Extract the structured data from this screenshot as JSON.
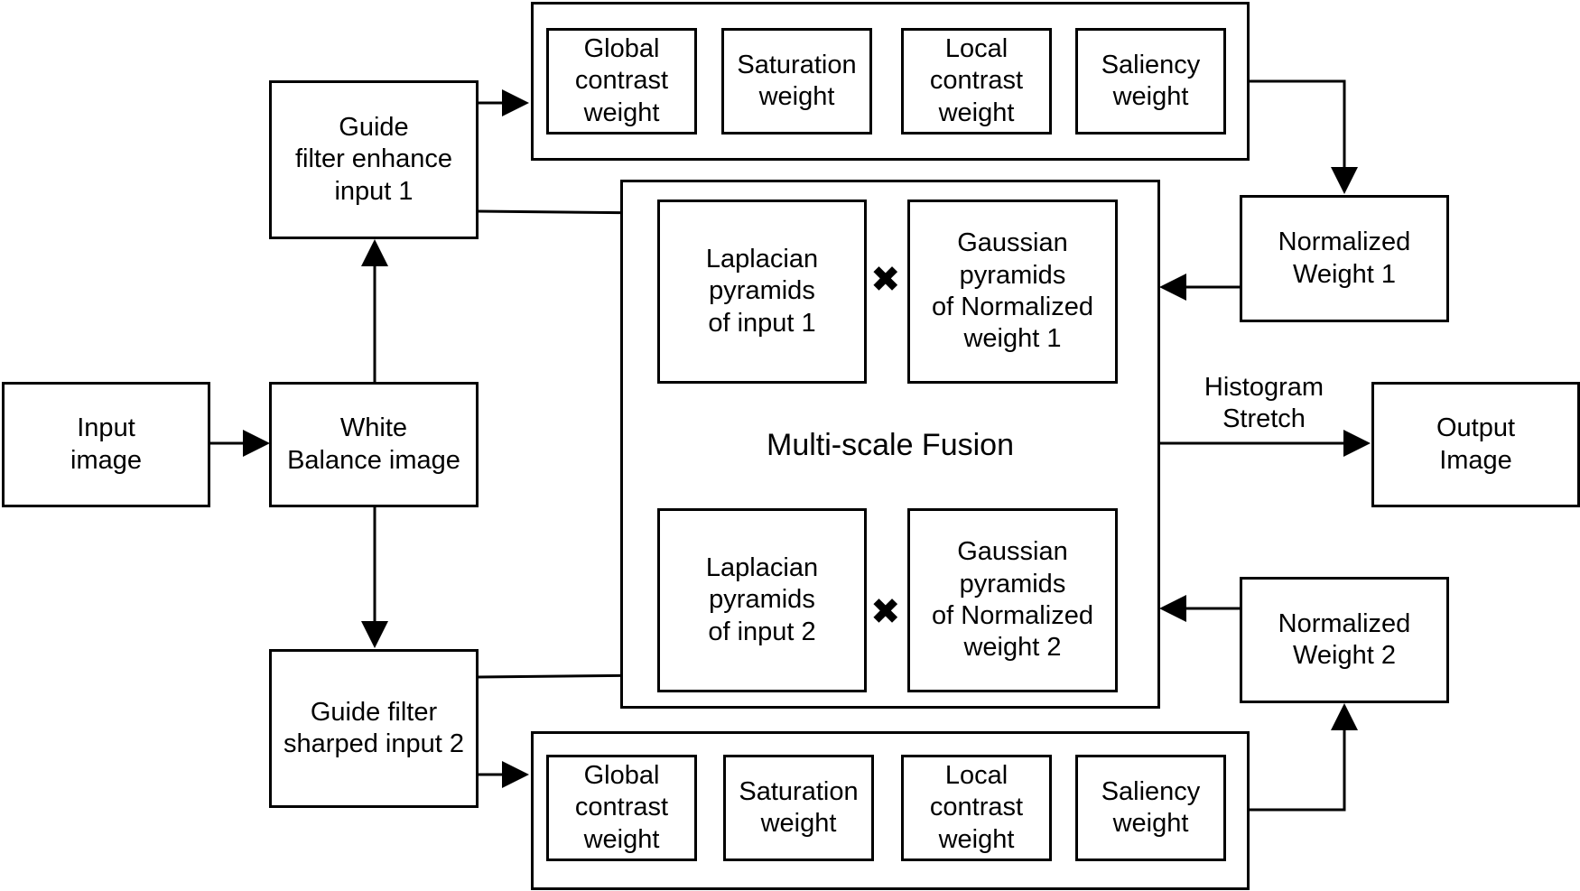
{
  "nodes": {
    "input_image": [
      "Input",
      "image"
    ],
    "white_balance": [
      "White",
      "Balance image"
    ],
    "guide_enhance": [
      "Guide",
      "filter enhance",
      "input 1"
    ],
    "guide_sharped": [
      "Guide filter",
      "sharped input 2"
    ],
    "top_weights": [
      [
        "Global",
        "contrast",
        "weight"
      ],
      [
        "Saturation",
        "weight"
      ],
      [
        "Local",
        "contrast",
        "weight"
      ],
      [
        "Saliency",
        "weight"
      ]
    ],
    "bottom_weights": [
      [
        "Global",
        "contrast",
        "weight"
      ],
      [
        "Saturation",
        "weight"
      ],
      [
        "Local",
        "contrast",
        "weight"
      ],
      [
        "Saliency",
        "weight"
      ]
    ],
    "normalized_1": [
      "Normalized",
      "Weight 1"
    ],
    "normalized_2": [
      "Normalized",
      "Weight 2"
    ],
    "laplacian_1": [
      "Laplacian",
      "pyramids",
      "of input 1"
    ],
    "laplacian_2": [
      "Laplacian",
      "pyramids",
      "of input 2"
    ],
    "gaussian_1": [
      "Gaussian",
      "pyramids",
      "of Normalized",
      "weight 1"
    ],
    "gaussian_2": [
      "Gaussian",
      "pyramids",
      "of Normalized",
      "weight 2"
    ],
    "output_image": [
      "Output",
      "Image"
    ]
  },
  "fusion_label": "Multi-scale Fusion",
  "histogram_label": [
    "Histogram",
    "Stretch"
  ],
  "multiply_symbol": "✖"
}
